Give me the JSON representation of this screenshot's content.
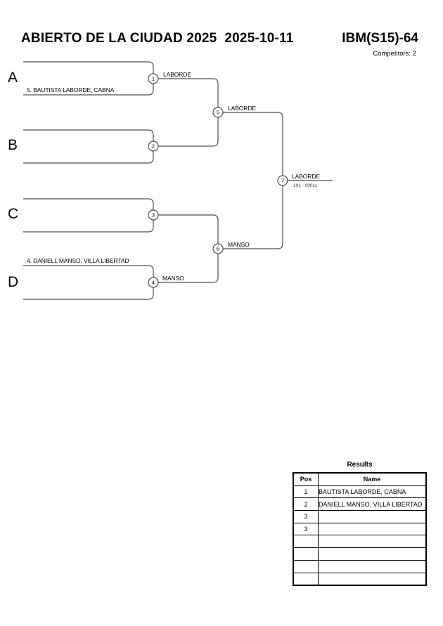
{
  "header": {
    "title_left": "ABIERTO DE LA CIUDAD 2025  2025-10-11",
    "title_right": "IBM(S15)-64",
    "competitors": "Competitors: 2"
  },
  "bracket": {
    "letters": [
      "A",
      "B",
      "C",
      "D"
    ],
    "players": {
      "a": "5. BAUTISTA LABORDE, CABNA",
      "d": "4. DANIELL MANSO, VILLA LIBERTAD"
    },
    "nodes": [
      {
        "number": "1",
        "label": "LABORDE"
      },
      {
        "number": "2",
        "label": ""
      },
      {
        "number": "3",
        "label": ""
      },
      {
        "number": "4",
        "label": "MANSO"
      },
      {
        "number": "5",
        "label": "LABORDE"
      },
      {
        "number": "6",
        "label": "MANSO"
      },
      {
        "number": "7",
        "label": "LABORDE",
        "score": "101 - 000s1"
      }
    ]
  },
  "results": {
    "title": "Results",
    "columns": {
      "pos": "Pos",
      "name": "Name"
    },
    "rows": [
      {
        "pos": "1",
        "name": "BAUTISTA LABORDE, CABNA"
      },
      {
        "pos": "2",
        "name": "DANIELL MANSO, VILLA LIBERTAD"
      },
      {
        "pos": "3",
        "name": ""
      },
      {
        "pos": "3",
        "name": ""
      },
      {
        "pos": "",
        "name": ""
      },
      {
        "pos": "",
        "name": ""
      },
      {
        "pos": "",
        "name": ""
      },
      {
        "pos": "",
        "name": ""
      }
    ]
  },
  "colors": {
    "line": "#4d4d4d",
    "text": "#000000"
  }
}
